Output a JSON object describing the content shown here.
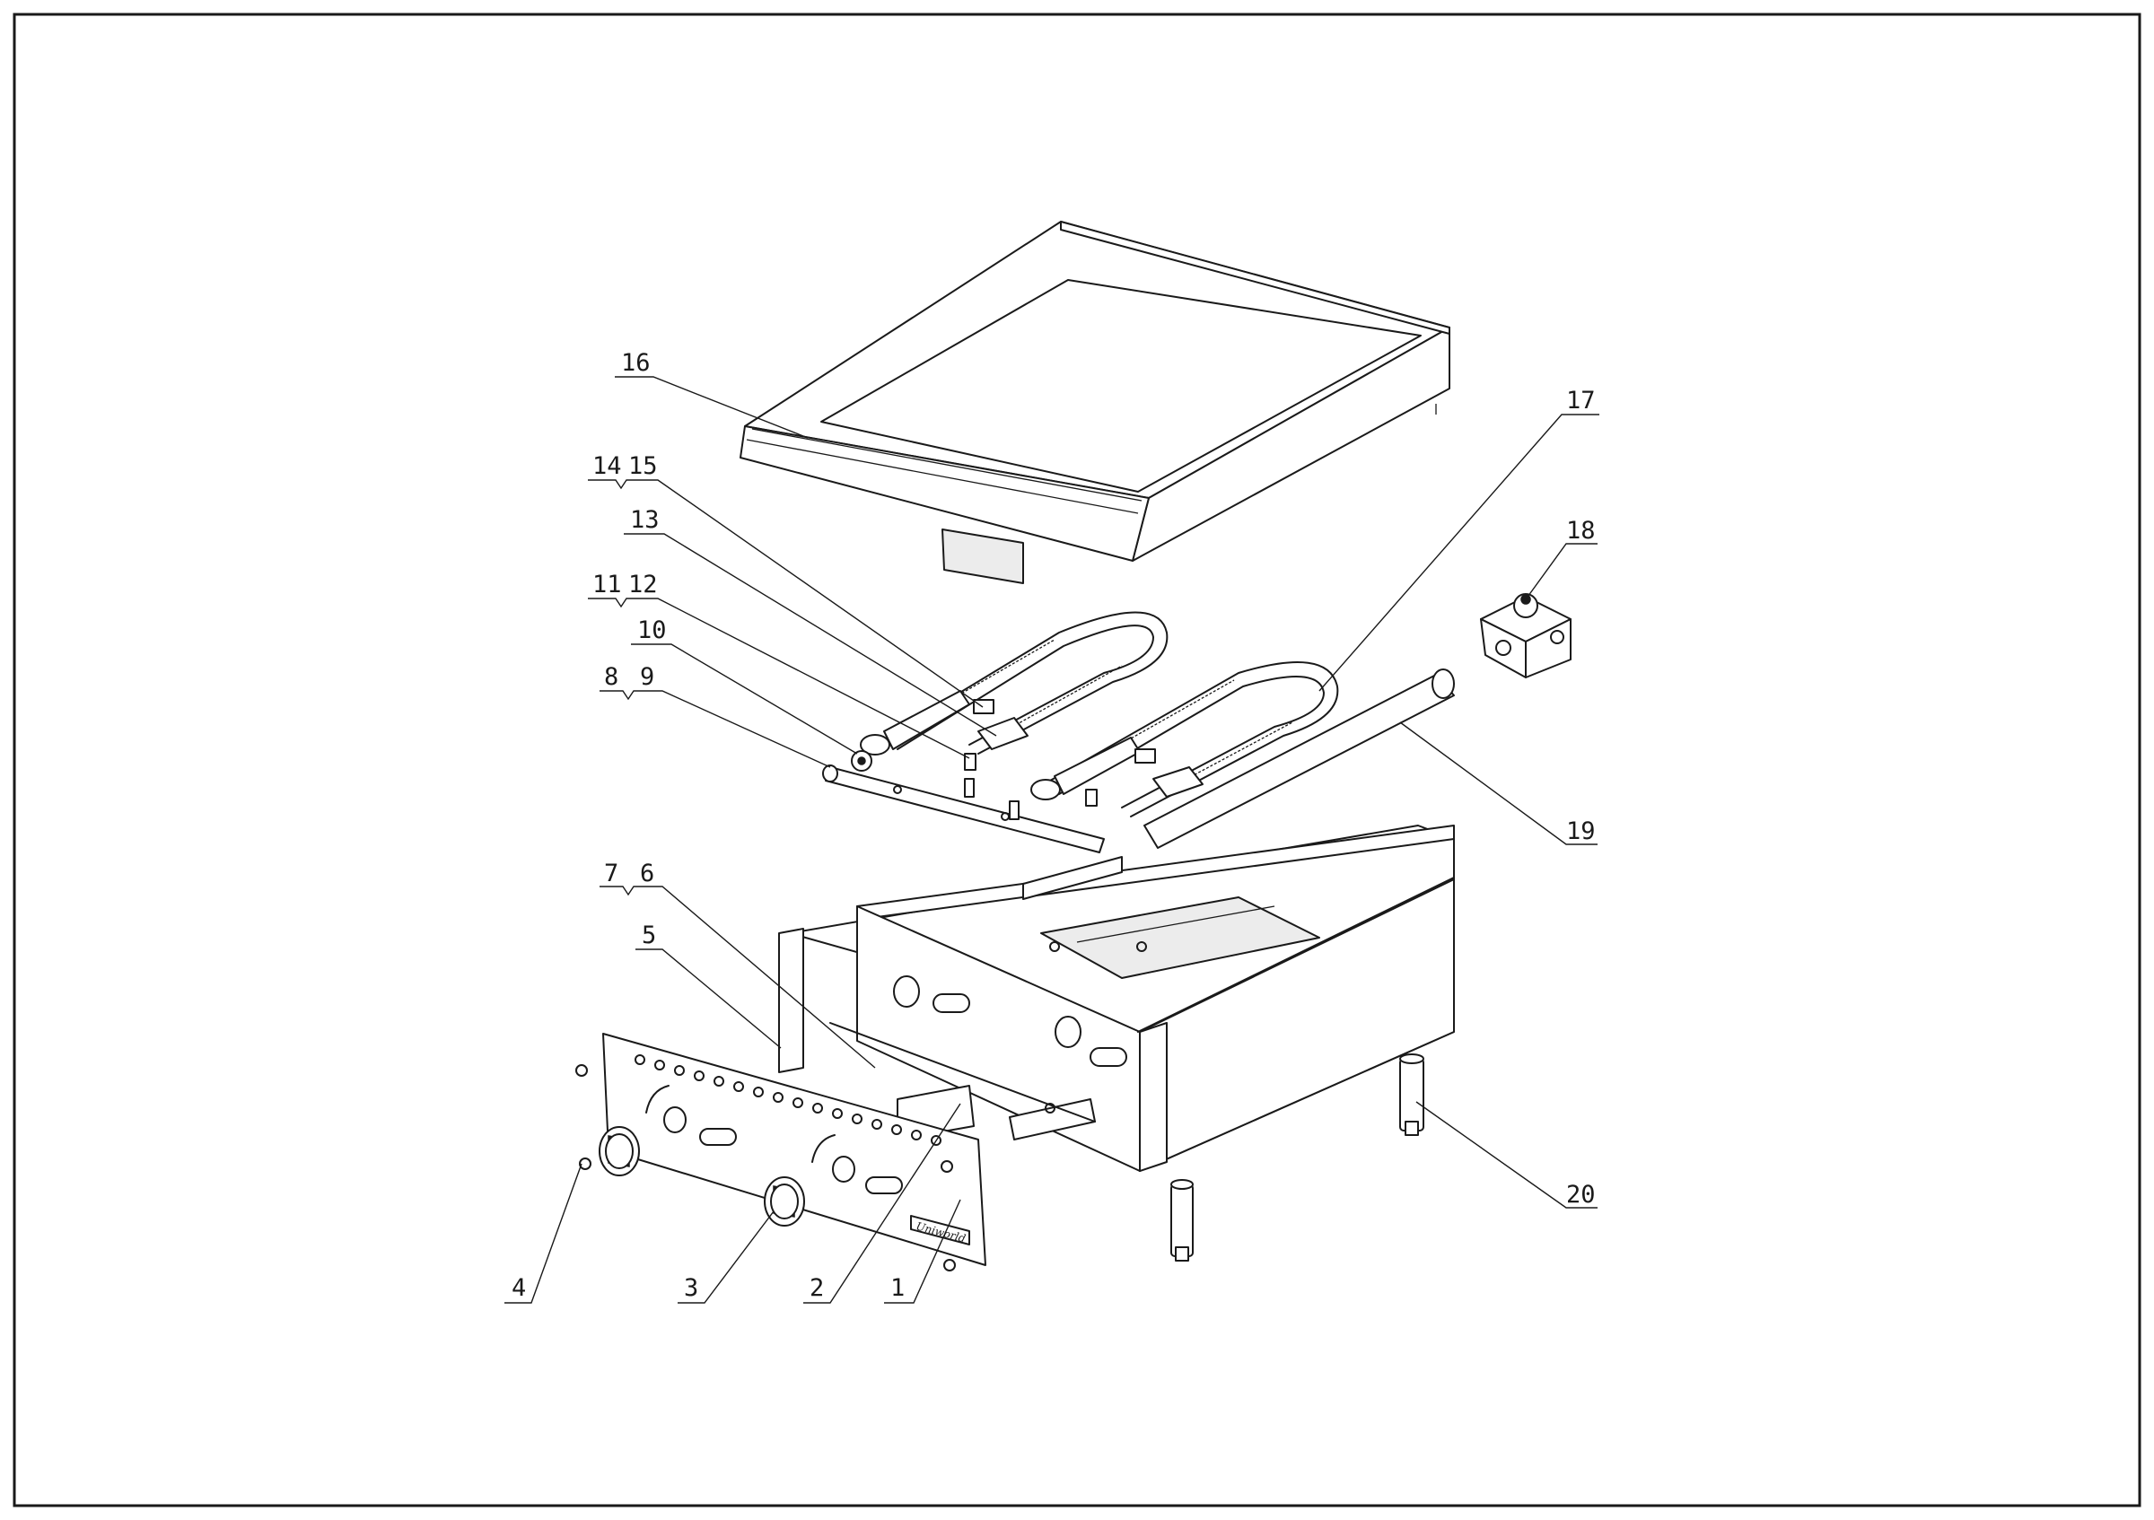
{
  "drawing": {
    "callouts": [
      {
        "id": "1",
        "label": "1"
      },
      {
        "id": "2",
        "label": "2"
      },
      {
        "id": "3",
        "label": "3"
      },
      {
        "id": "4",
        "label": "4"
      },
      {
        "id": "5",
        "label": "5"
      },
      {
        "id": "6",
        "label": "6"
      },
      {
        "id": "7",
        "label": "7"
      },
      {
        "id": "8",
        "label": "8"
      },
      {
        "id": "9",
        "label": "9"
      },
      {
        "id": "10",
        "label": "10"
      },
      {
        "id": "11",
        "label": "11"
      },
      {
        "id": "12",
        "label": "12"
      },
      {
        "id": "13",
        "label": "13"
      },
      {
        "id": "14",
        "label": "14"
      },
      {
        "id": "15",
        "label": "15"
      },
      {
        "id": "16",
        "label": "16"
      },
      {
        "id": "17",
        "label": "17"
      },
      {
        "id": "18",
        "label": "18"
      },
      {
        "id": "19",
        "label": "19"
      },
      {
        "id": "20",
        "label": "20"
      }
    ],
    "nameplate_text": "Uniworld"
  }
}
